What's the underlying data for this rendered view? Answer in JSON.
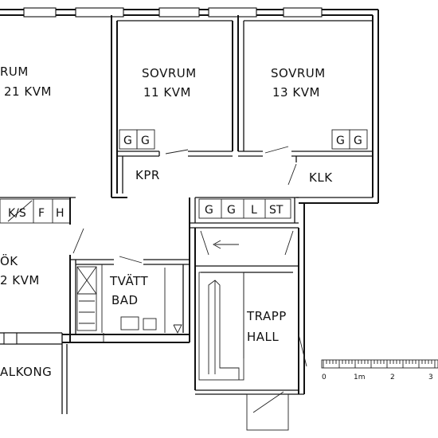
{
  "rooms": {
    "sovrum_left": {
      "name": "RUM",
      "area": "21 KVM"
    },
    "sovrum_mid": {
      "name": "SOVRUM",
      "area": "11 KVM"
    },
    "sovrum_right": {
      "name": "SOVRUM",
      "area": "13 KVM"
    },
    "kok": {
      "name": "ÖK",
      "area": "2 KVM"
    },
    "tvatt": {
      "line1": "TVÄTT",
      "line2": "BAD"
    },
    "trapphall": {
      "line1": "TRAPP",
      "line2": "HALL"
    },
    "balkong": {
      "name": "ALKONG"
    },
    "kpr": "KPR",
    "klk": "KLK"
  },
  "cabinets": {
    "mid": [
      "G",
      "G"
    ],
    "right": [
      "G",
      "G"
    ],
    "hall": [
      "G",
      "G",
      "L",
      "ST"
    ],
    "kitchen": [
      "K/S",
      "F",
      "H"
    ]
  },
  "scale": {
    "ticks": [
      "0",
      "1m",
      "2",
      "3"
    ]
  }
}
